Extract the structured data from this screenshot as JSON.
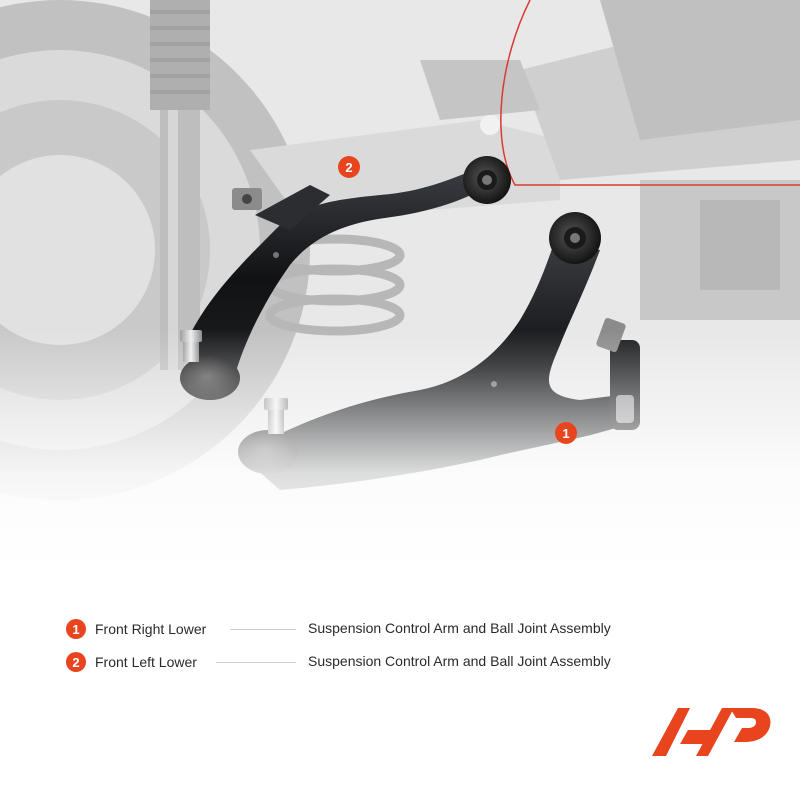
{
  "callouts": {
    "one": "1",
    "two": "2"
  },
  "legend": {
    "items": [
      {
        "number": "1",
        "position": "Front Right Lower",
        "description": "Suspension Control Arm and Ball Joint Assembly"
      },
      {
        "number": "2",
        "position": "Front Left Lower",
        "description": "Suspension Control Arm and Ball Joint Assembly"
      }
    ]
  },
  "colors": {
    "accent": "#e8451e",
    "text": "#2a2a2a",
    "background": "#ffffff"
  },
  "icons": {
    "logo": "brand-logo-icon",
    "part": "control-arm-icon"
  }
}
